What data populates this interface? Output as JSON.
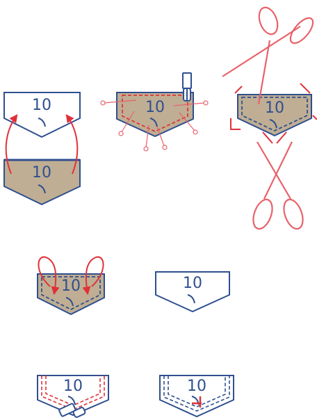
{
  "pocket_label": "10",
  "colors": {
    "outline": "#2f4f8f",
    "fabric": "#bfae93",
    "stitch_red": "#e0313a",
    "tool_pink": "#e8626b",
    "background": "#ffffff"
  },
  "steps": [
    {
      "id": "step-1",
      "icons": [
        "curved-arrow-icon",
        "curved-arrow-icon"
      ]
    },
    {
      "id": "step-2",
      "icons": [
        "pin-icon",
        "presser-foot-icon"
      ]
    },
    {
      "id": "step-3",
      "icons": [
        "scissors-icon",
        "scissors-icon",
        "corner-trim-icon"
      ]
    },
    {
      "id": "step-4",
      "icons": [
        "curved-arrow-icon",
        "curved-arrow-icon"
      ]
    },
    {
      "id": "step-5",
      "icons": [
        "pocket-outline-icon"
      ]
    },
    {
      "id": "step-6",
      "icons": [
        "presser-foot-icon"
      ]
    },
    {
      "id": "step-7",
      "icons": [
        "bartack-icon"
      ]
    }
  ]
}
